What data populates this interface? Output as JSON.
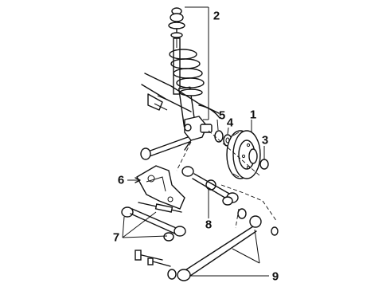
{
  "callouts": [
    {
      "id": "c1",
      "label": "1"
    },
    {
      "id": "c2",
      "label": "2"
    },
    {
      "id": "c3",
      "label": "3"
    },
    {
      "id": "c4",
      "label": "4"
    },
    {
      "id": "c5",
      "label": "5"
    },
    {
      "id": "c6",
      "label": "6"
    },
    {
      "id": "c7",
      "label": "7"
    },
    {
      "id": "c8",
      "label": "8"
    },
    {
      "id": "c9",
      "label": "9"
    }
  ],
  "parts": [
    "strut-top-mount",
    "coil-spring",
    "shock-absorber",
    "brake-drum",
    "hub-bearing",
    "spindle-knuckle",
    "mounting-bracket",
    "lower-control-arms",
    "trailing-arm"
  ]
}
